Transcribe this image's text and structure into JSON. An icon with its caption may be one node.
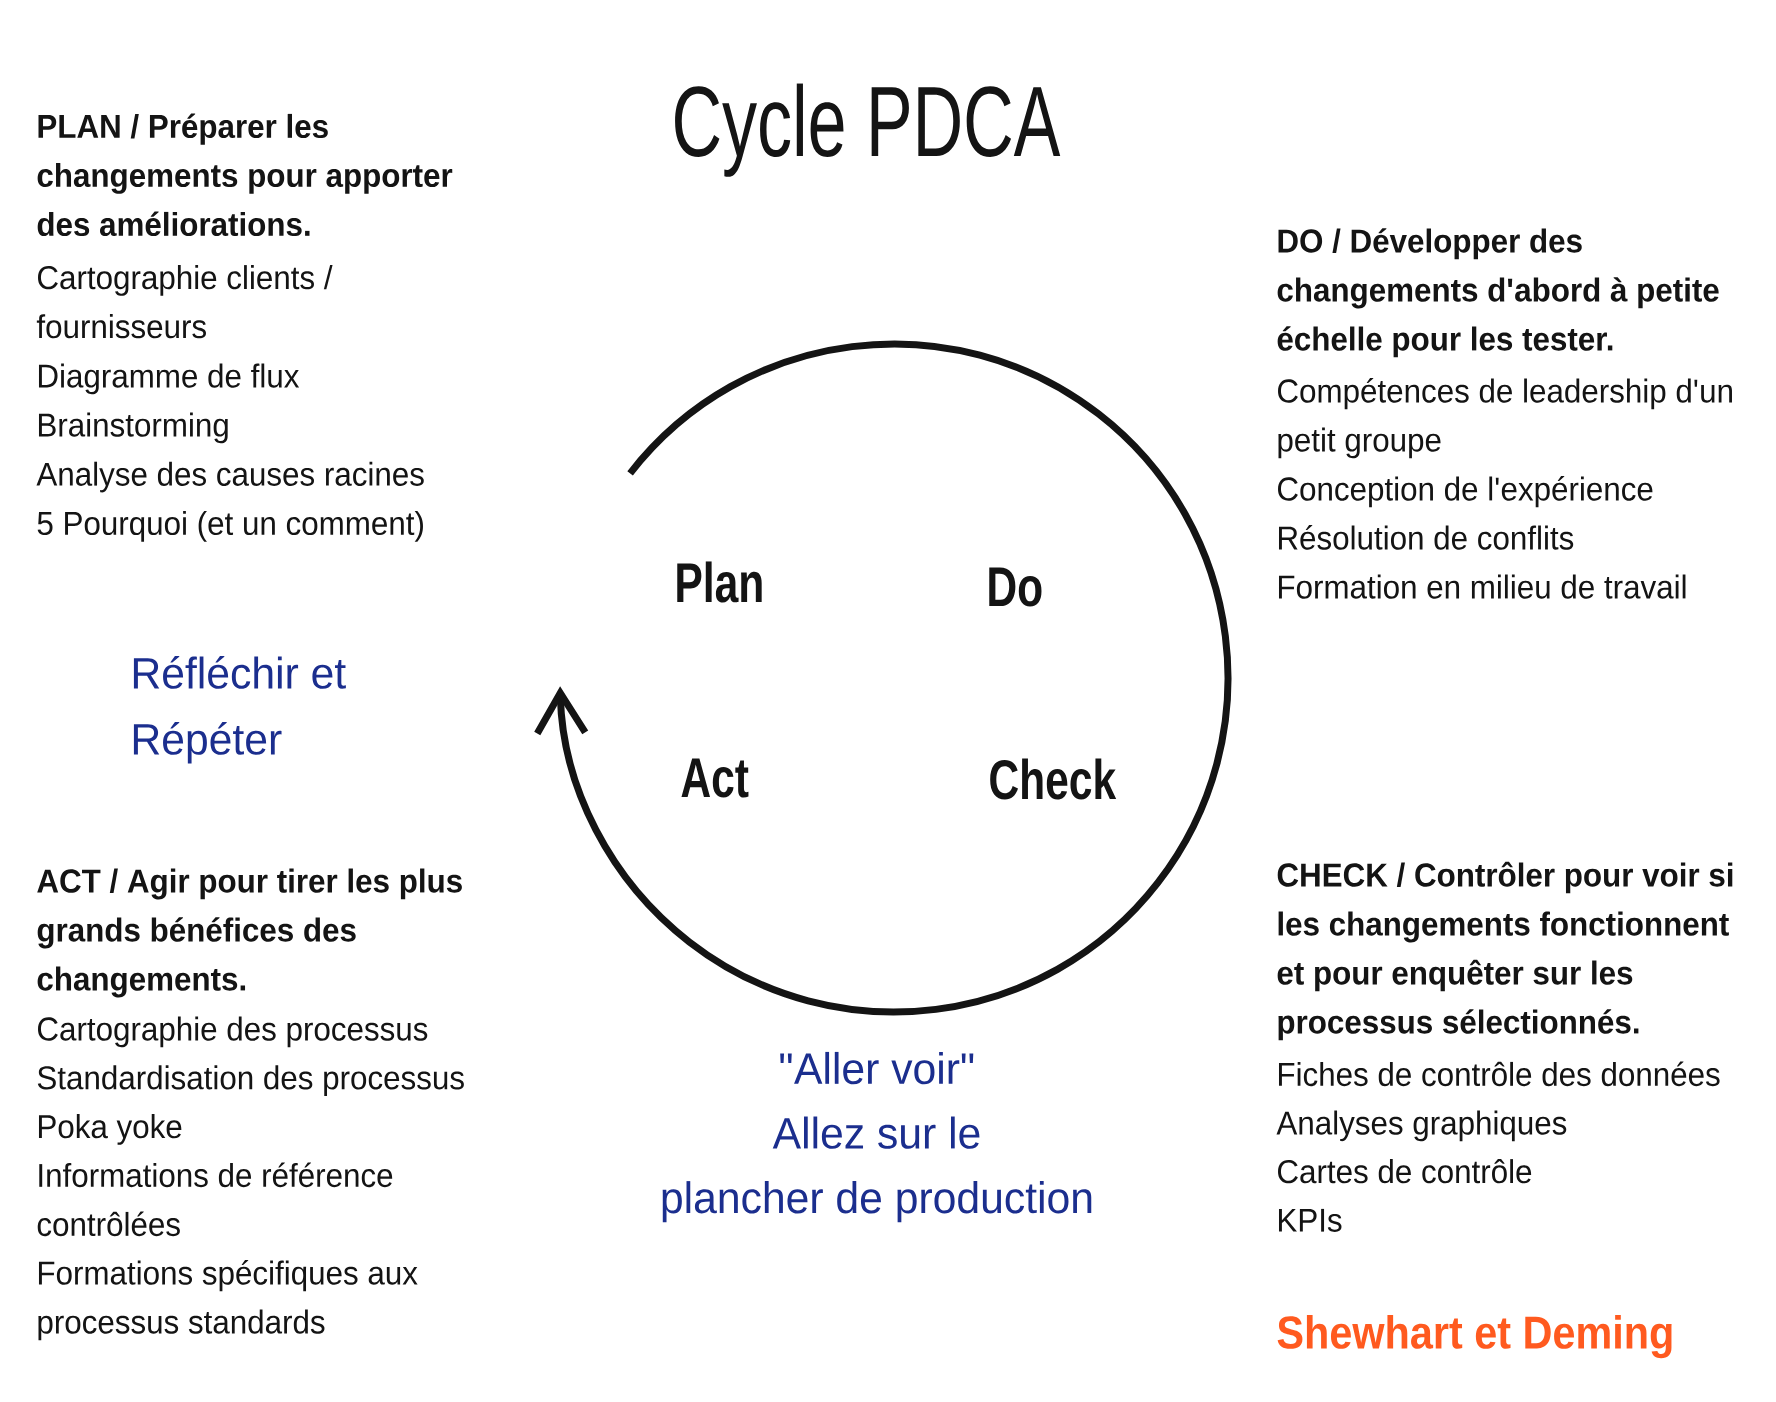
{
  "diagram": {
    "title": "Cycle PDCA",
    "labels": [
      "PLAN / Préparer les changements pour apporter des améliorations.",
      "Cartographie clients / fournisseurs",
      "Diagramme de flux",
      "Brainstorming",
      "Analyse des causes racines",
      "5 Pourquoi (et un comment)",
      "DO / Développer des changements d'abord à petite échelle pour les tester.",
      "Compétences de leadership d'un petit groupe",
      "Conception de l'expérience",
      "Résolution de conflits",
      "Formation en milieu de travail",
      "Plan",
      "Do",
      "Réfléchir et Répéter",
      "Act",
      "Check",
      "ACT / Agir pour tirer les plus grands bénéfices des changements.",
      "Cartographie des processus",
      "Standardisation des processus",
      "Poka yoke",
      "Informations de référence contrôlées",
      "Formations spécifiques aux processus standards",
      "CHECK / Contrôler pour voir si les changements fonctionnent et pour enquêter sur les processus sélectionnés.",
      "Fiches de contrôle des données",
      "Analyses graphiques",
      "Cartes de contrôle",
      "KPIs",
      "\"Aller voir\" Allez sur le plancher de production",
      "Shewhart et Deming"
    ]
  }
}
